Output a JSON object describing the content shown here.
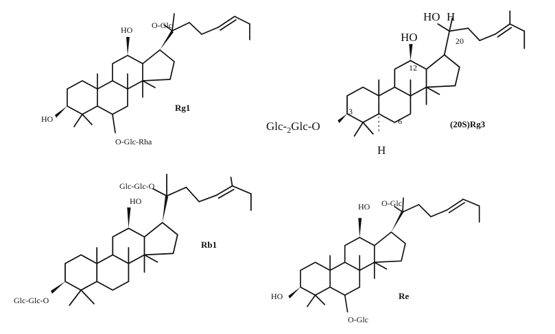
{
  "compounds": [
    {
      "id": "rg1",
      "name": "Rg1",
      "labels": {
        "c12_oh": "HO",
        "c3_oh": "HO",
        "c6_sugar": "O-Glc-Rha",
        "c20_sugar": "O-Glc"
      }
    },
    {
      "id": "rg3",
      "name": "(20S)Rg3",
      "labels": {
        "c20_oh": "HO",
        "c20_h": "H",
        "c20_num": "20",
        "c12_oh": "HO",
        "c12_num": "12",
        "c3_num": "3",
        "c6_num": "6",
        "c5_h": "H",
        "c3_sugar_a": "Glc-",
        "c3_sugar_sub": "2",
        "c3_sugar_b": "Glc-O"
      }
    },
    {
      "id": "rb1",
      "name": "Rb1",
      "labels": {
        "c20_sugar": "Glc-Glc-O",
        "c12_oh": "HO",
        "c3_sugar": "Glc-Glc-O"
      }
    },
    {
      "id": "re",
      "name": "Re",
      "labels": {
        "c12_oh": "HO",
        "c20_sugar": "O-Glc",
        "c3_oh": "HO",
        "c6_sugar": "O-Glc"
      }
    }
  ]
}
